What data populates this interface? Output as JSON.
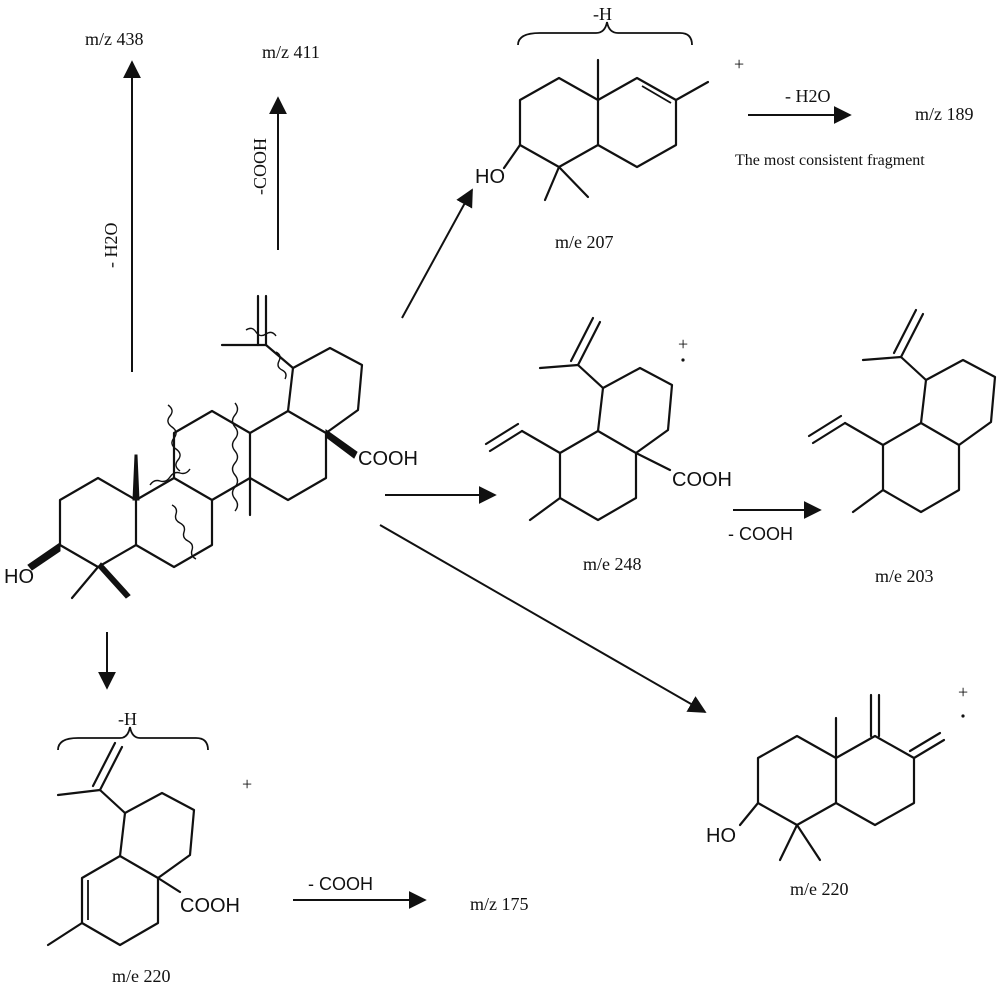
{
  "labels": {
    "parent_ion_top": "m/z 438",
    "cooh_loss_top": "m/z 411",
    "loss_h2o_vertical": "- H2O",
    "loss_cooh_vertical": "-COOH",
    "frag_207_hydrogen": "-H",
    "frag_207_charge": "+",
    "frag_207_ho": "HO",
    "frag_207_mass": "m/e 207",
    "loss_h2o_right": "- H2O",
    "frag_189_mass": "m/z 189",
    "frag_189_note": "The most consistent fragment",
    "parent_cooh": "COOH",
    "parent_ho": "HO",
    "frag_248_charge": "+",
    "frag_248_cooh": "COOH",
    "frag_248_mass": "m/e 248",
    "loss_cooh_mid": "- COOH",
    "frag_203_mass": "m/e 203",
    "frag_220b_charge": "+",
    "frag_220b_ho": "HO",
    "frag_220b_mass": "m/e 220",
    "frag_220a_hydrogen": "-H",
    "frag_220a_charge": "+",
    "frag_220a_cooh": "COOH",
    "frag_220a_mass": "m/e 220",
    "loss_cooh_bottom": "- COOH",
    "frag_175_mass": "m/z 175"
  }
}
